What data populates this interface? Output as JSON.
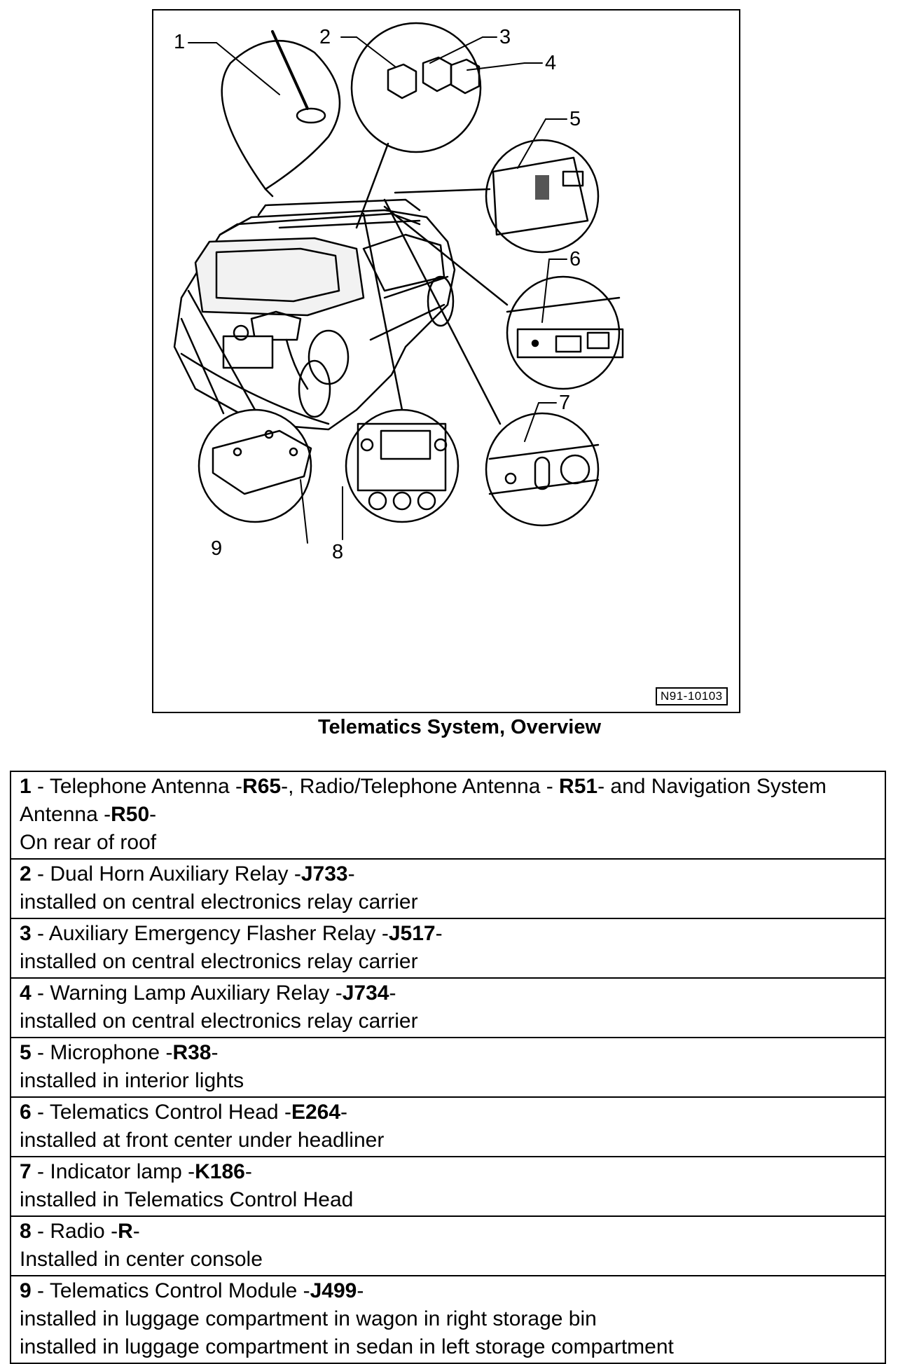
{
  "figure": {
    "callouts": [
      "1",
      "2",
      "3",
      "4",
      "5",
      "6",
      "7",
      "8",
      "9"
    ],
    "code": "N91-10103"
  },
  "caption": "Telematics System, Overview",
  "items": [
    {
      "num": "1",
      "sep": " -  ",
      "t1": "Telephone Antenna -",
      "c1": "R65",
      "t2": "-, Radio/Telephone Antenna - ",
      "c2": "R51",
      "t3": "- and Navigation System Antenna -",
      "c3": "R50",
      "t4": "-",
      "lines": [
        "On rear of roof"
      ]
    },
    {
      "num": "2",
      "sep": " -  ",
      "t1": "Dual Horn Auxiliary Relay -",
      "c1": "J733",
      "t2": "-",
      "lines": [
        "installed on central electronics relay carrier"
      ]
    },
    {
      "num": "3",
      "sep": " -  ",
      "t1": "Auxiliary Emergency Flasher Relay -",
      "c1": "J517",
      "t2": "-",
      "lines": [
        "installed on central electronics relay carrier"
      ]
    },
    {
      "num": "4",
      "sep": " -  ",
      "t1": "Warning Lamp Auxiliary Relay -",
      "c1": "J734",
      "t2": "-",
      "lines": [
        "installed on central electronics relay carrier"
      ]
    },
    {
      "num": "5",
      "sep": " -  ",
      "t1": "Microphone -",
      "c1": "R38",
      "t2": "-",
      "lines": [
        "installed in interior lights"
      ]
    },
    {
      "num": "6",
      "sep": " -  ",
      "t1": "Telematics Control Head -",
      "c1": "E264",
      "t2": "-",
      "lines": [
        "installed at front center under headliner"
      ]
    },
    {
      "num": "7",
      "sep": " -  ",
      "t1": "Indicator lamp -",
      "c1": "K186",
      "t2": "-",
      "lines": [
        "installed in Telematics Control Head"
      ]
    },
    {
      "num": "8",
      "sep": " -  ",
      "t1": "Radio -",
      "c1": "R",
      "t2": "-",
      "lines": [
        "Installed in center console"
      ]
    },
    {
      "num": "9",
      "sep": " -  ",
      "t1": "Telematics Control Module -",
      "c1": "J499",
      "t2": "-",
      "lines": [
        "installed in luggage compartment in wagon in right storage bin",
        "installed in luggage compartment in sedan in left storage compartment"
      ]
    }
  ]
}
